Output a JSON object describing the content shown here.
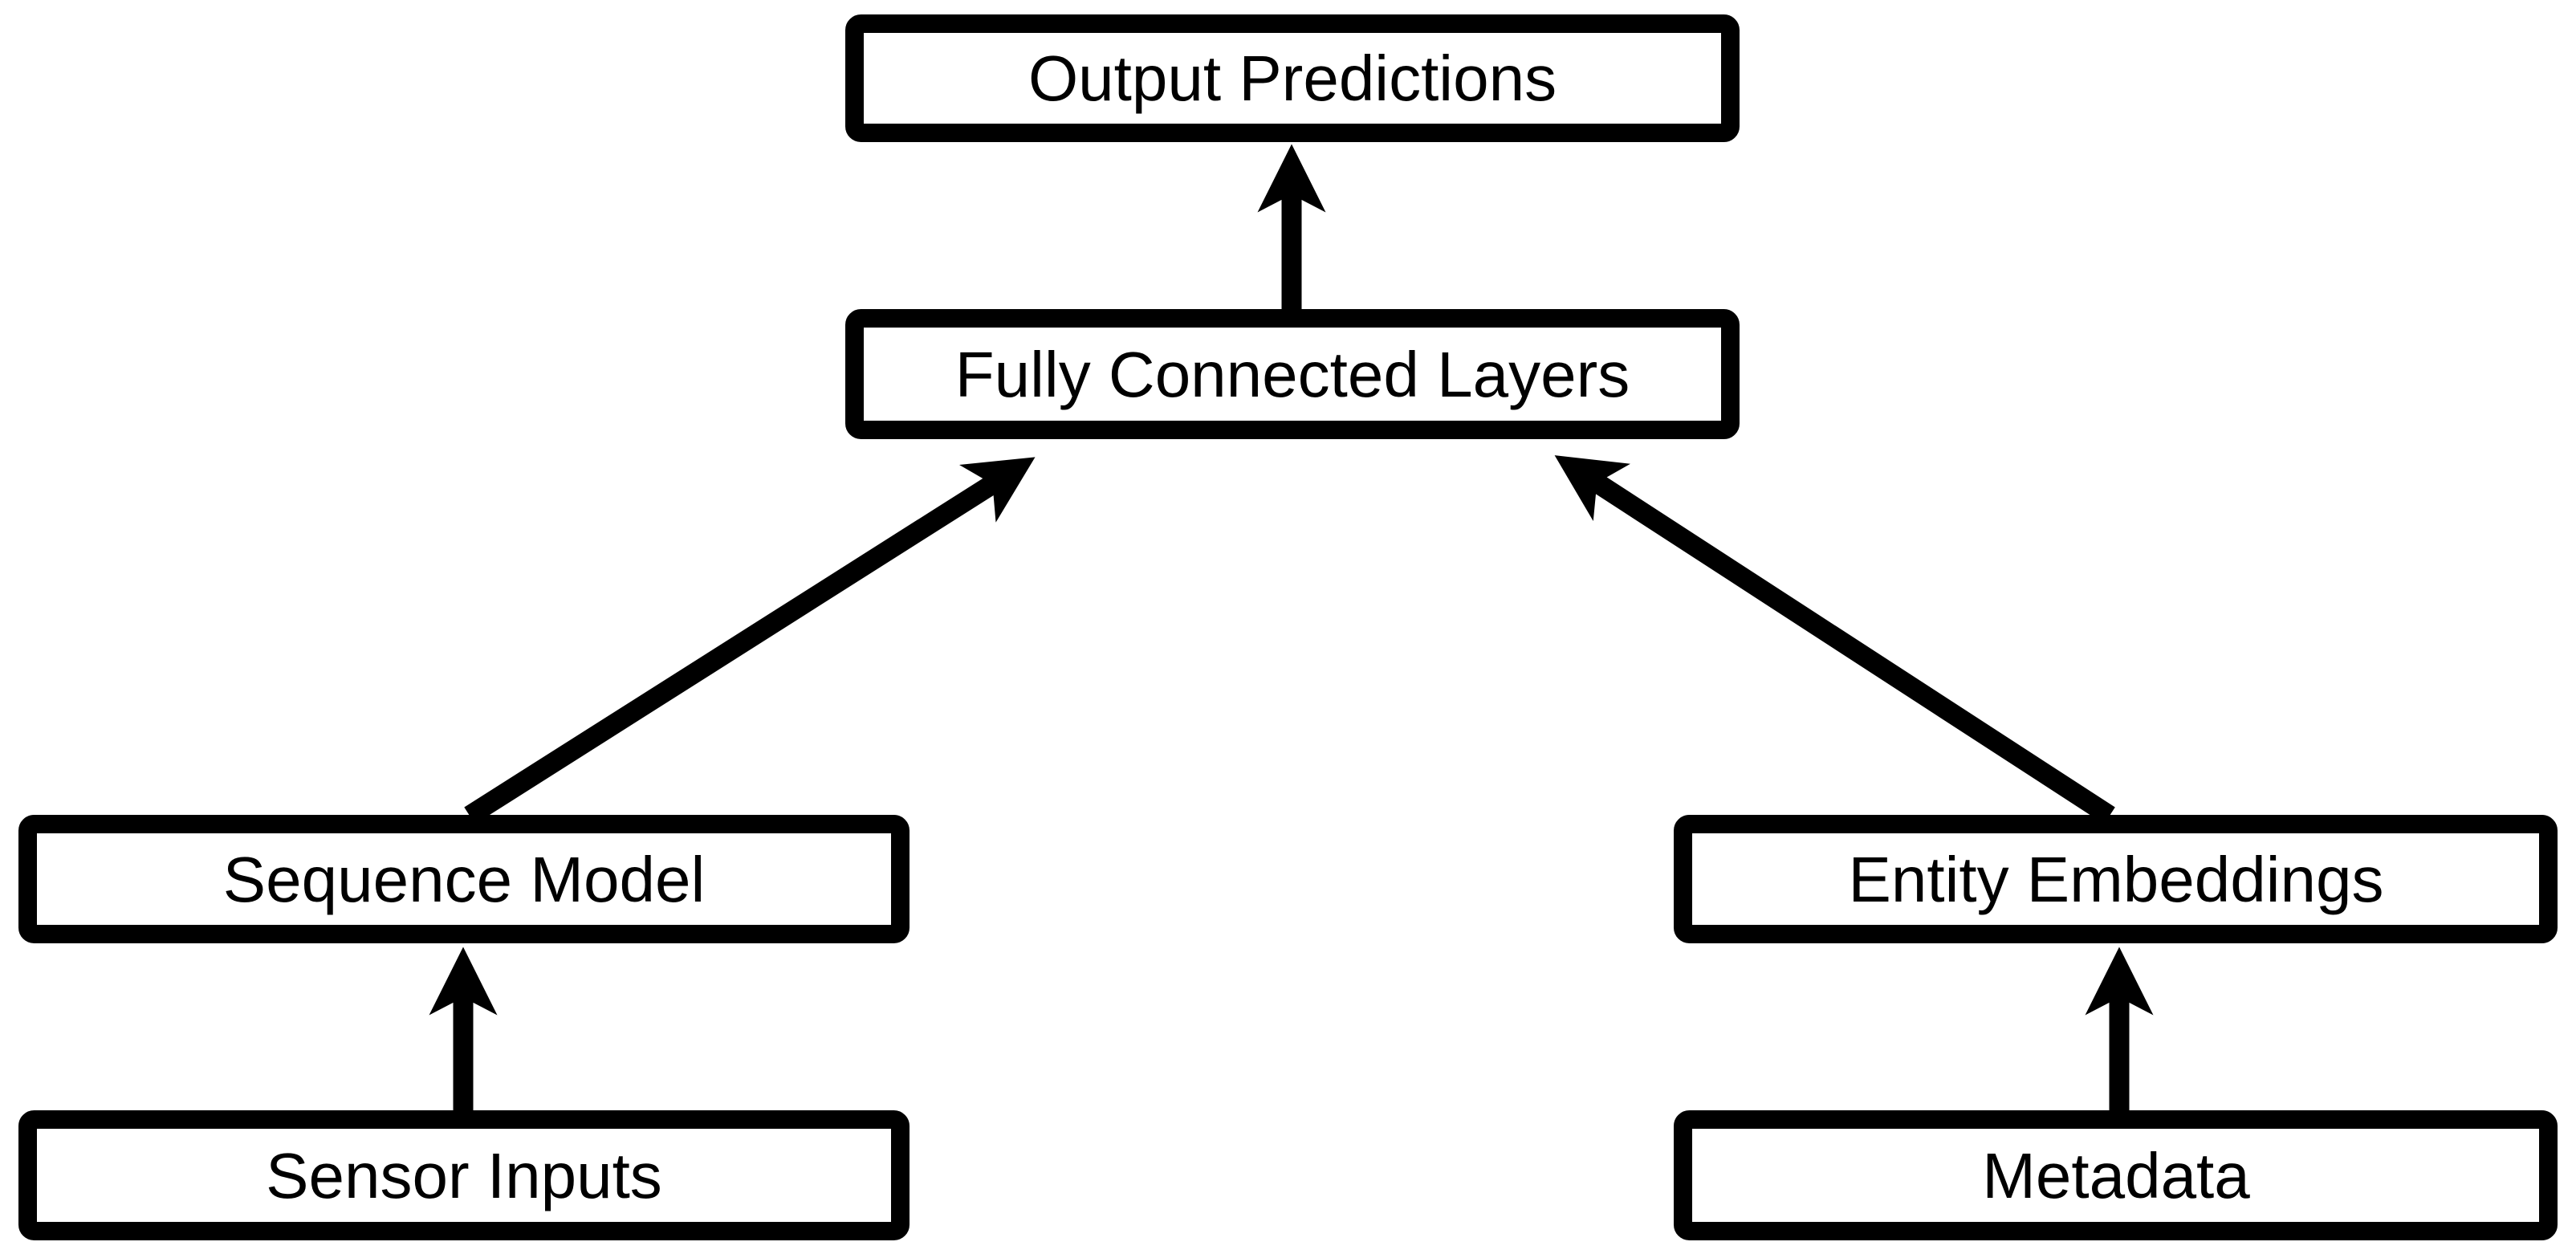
{
  "diagram": {
    "colors": {
      "background": "#ffffff",
      "box_fill": "#ffffff",
      "box_border": "#000000",
      "arrow": "#000000",
      "text": "#000000"
    },
    "nodes": {
      "output_predictions": {
        "label": "Output Predictions"
      },
      "fully_connected_layers": {
        "label": "Fully Connected Layers"
      },
      "sequence_model": {
        "label": "Sequence Model"
      },
      "entity_embeddings": {
        "label": "Entity Embeddings"
      },
      "sensor_inputs": {
        "label": "Sensor Inputs"
      },
      "metadata": {
        "label": "Metadata"
      }
    },
    "edges": [
      {
        "from": "Sensor Inputs",
        "to": "Sequence Model"
      },
      {
        "from": "Metadata",
        "to": "Entity Embeddings"
      },
      {
        "from": "Sequence Model",
        "to": "Fully Connected Layers"
      },
      {
        "from": "Entity Embeddings",
        "to": "Fully Connected Layers"
      },
      {
        "from": "Fully Connected Layers",
        "to": "Output Predictions"
      }
    ]
  }
}
